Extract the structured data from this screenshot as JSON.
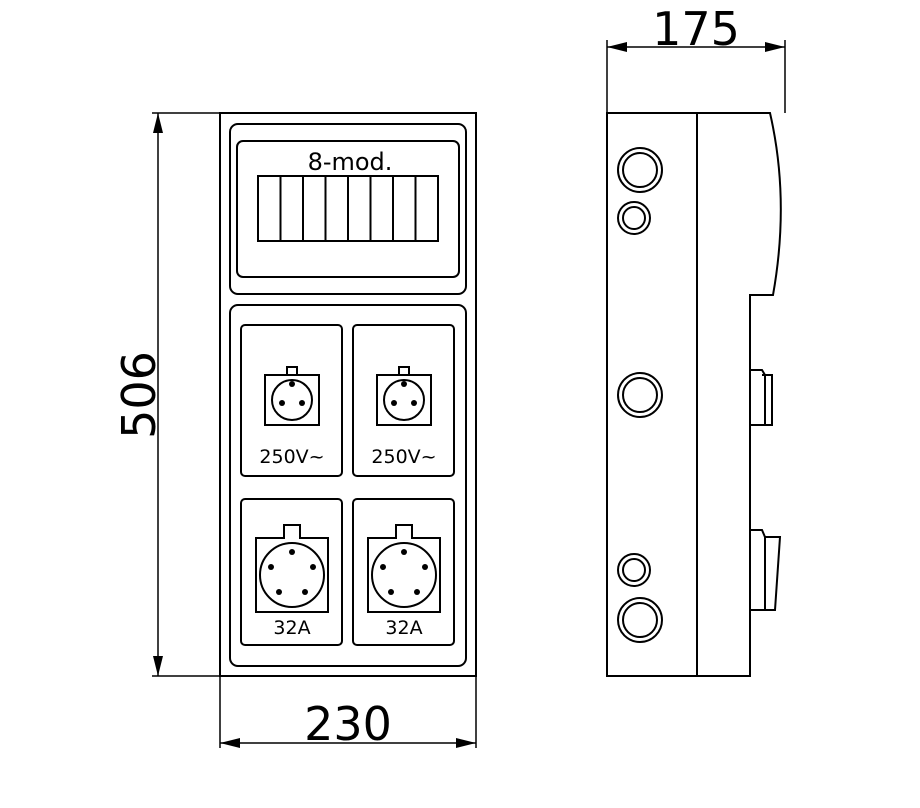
{
  "dimensions": {
    "width": "230",
    "height": "506",
    "depth": "175"
  },
  "module_panel": {
    "label": "8-mod.",
    "module_count": 8
  },
  "sockets": {
    "upper_left_label": "250V~",
    "upper_right_label": "250V~",
    "lower_left_label": "32A",
    "lower_right_label": "32A"
  }
}
